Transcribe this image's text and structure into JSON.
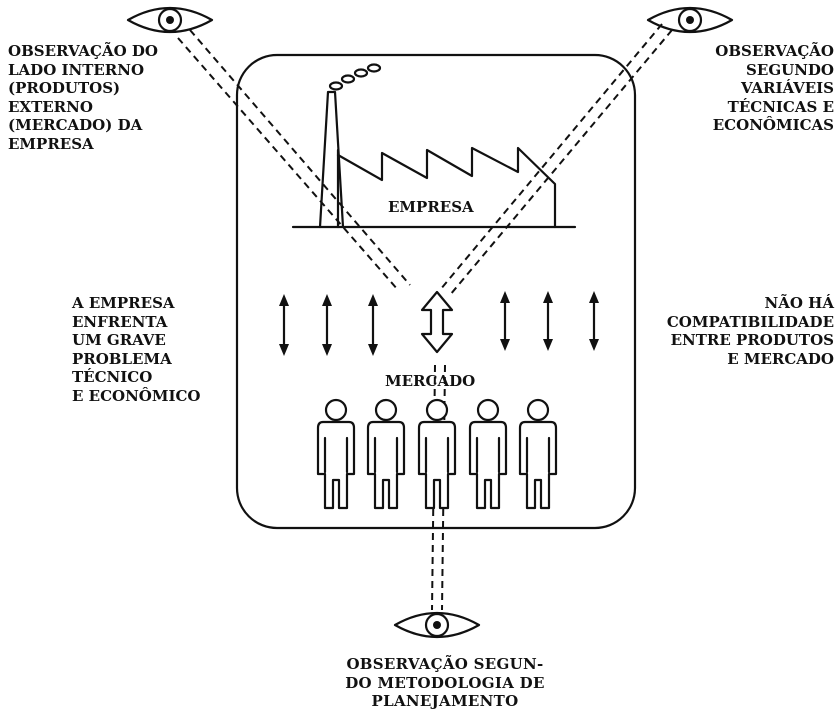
{
  "labels": {
    "top_left": "OBSERVAÇÃO DO\nLADO INTERNO\n(PRODUTOS)\nEXTERNO\n(MERCADO) DA\nEMPRESA",
    "top_right": "OBSERVAÇÃO\nSEGUNDO\nVARIÁVEIS\nTÉCNICAS E\nECONÔMICAS",
    "mid_left": "A EMPRESA\nENFRENTA\nUM GRAVE\nPROBLEMA\nTÉCNICO\nE ECONÔMICO",
    "mid_right": "NÃO HÁ\nCOMPATIBILIDADE\nENTRE PRODUTOS\nE MERCADO",
    "bottom": "OBSERVAÇÃO SEGUN-\nDO METODOLOGIA DE\nPLANEJAMENTO",
    "factory": "EMPRESA",
    "market": "MERCADO"
  },
  "icons": [
    "eye-icon",
    "factory-icon",
    "double-arrow-icon",
    "person-icon"
  ],
  "colors": {
    "ink": "#111111",
    "background": "#ffffff"
  }
}
